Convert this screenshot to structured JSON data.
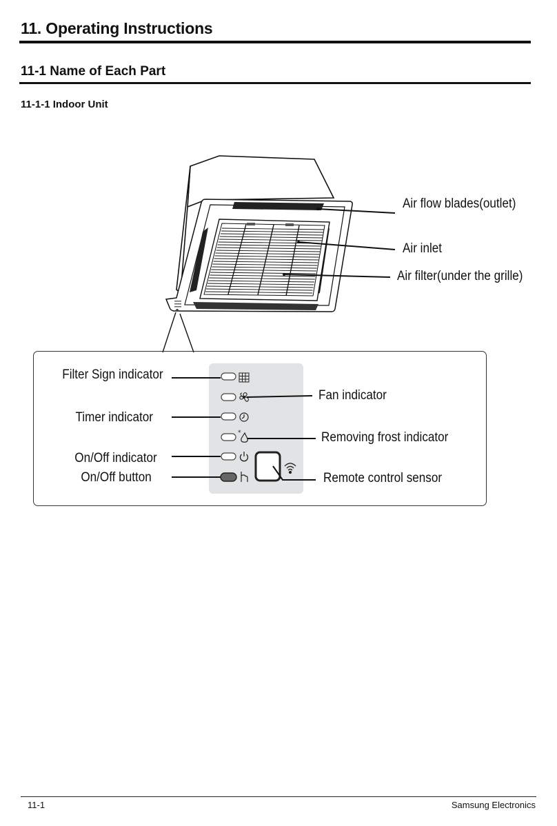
{
  "header": {
    "section_title": "11. Operating Instructions",
    "subsection_title": "11-1 Name of Each Part",
    "subsubsection_title": "11-1-1 Indoor Unit"
  },
  "unit_callouts": {
    "air_flow_blades": "Air flow blades(outlet)",
    "air_inlet": "Air inlet",
    "air_filter": "Air filter(under the grille)"
  },
  "panel_callouts": {
    "filter_sign": "Filter Sign indicator",
    "fan": "Fan indicator",
    "timer": "Timer indicator",
    "removing_frost": "Removing frost indicator",
    "onoff_indicator": "On/Off indicator",
    "onoff_button": "On/Off button",
    "remote_sensor": "Remote control sensor"
  },
  "icons": [
    "filter-grid-icon",
    "fan-icon",
    "timer-clock-icon",
    "frost-drop-icon",
    "power-icon",
    "hand-press-icon",
    "wifi-signal-icon"
  ],
  "footer": {
    "page_number": "11-1",
    "company": "Samsung Electronics"
  }
}
